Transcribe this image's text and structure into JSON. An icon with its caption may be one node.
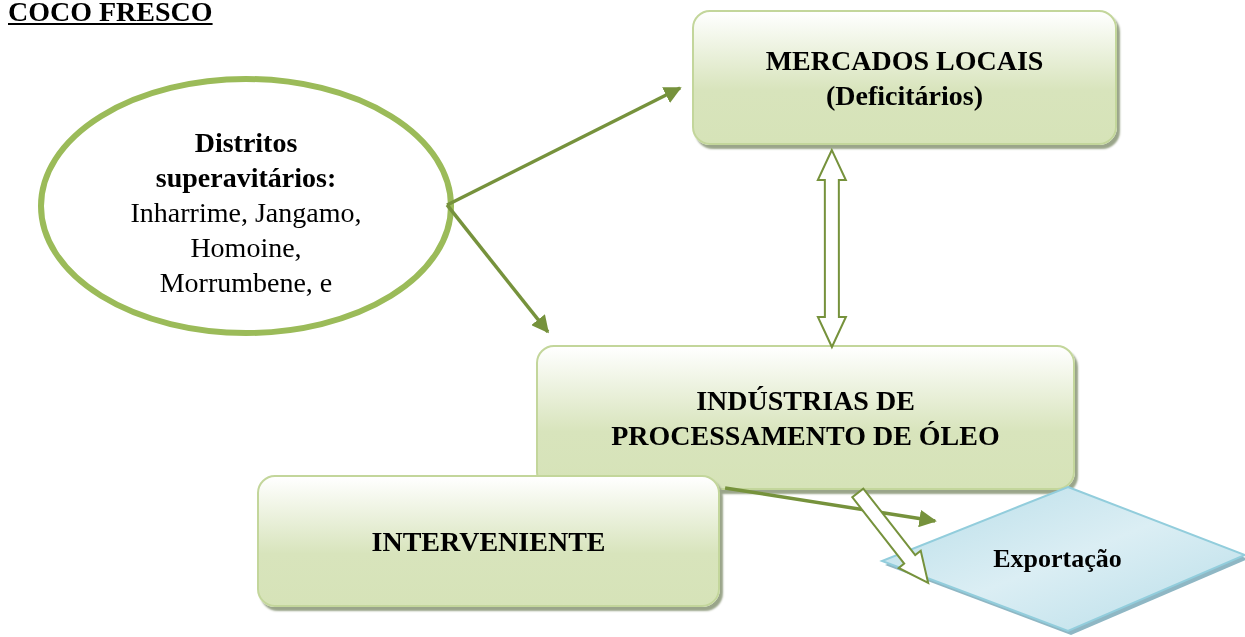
{
  "diagram": {
    "title": "COCO FRESCO",
    "nodes": [
      {
        "text": [
          "Distritos superavitários:",
          "Inharrime, Jangamo, Homoine, Morrumbene, e"
        ]
      },
      {
        "text": [
          "MERCADOS LOCAIS (Deficitários)"
        ]
      },
      {
        "text": [
          "INDÚSTRIAS DE PROCESSAMENTO DE ÓLEO"
        ]
      },
      {
        "text": [
          "INTERVENIENTE"
        ]
      },
      {
        "text": [
          "Exportação"
        ]
      }
    ],
    "edges": [
      {
        "from": 0,
        "to": 1,
        "arrow": "to"
      },
      {
        "from": 0,
        "to": 2,
        "arrow": "to"
      },
      {
        "from": 1,
        "to": 2,
        "arrow": "both",
        "style": "thick"
      },
      {
        "from": 3,
        "to": 4,
        "arrow": "to"
      },
      {
        "from": 2,
        "to": 4,
        "arrow": "to",
        "style": "thick"
      }
    ]
  }
}
